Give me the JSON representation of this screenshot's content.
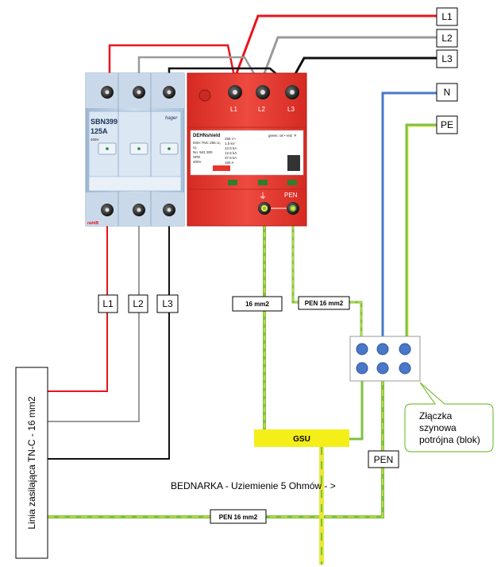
{
  "colors": {
    "phase_l1": "#e8141c",
    "phase_l2": "#9a9a9a",
    "phase_l3": "#111111",
    "neutral": "#4a78c8",
    "pe_green": "#7dc142",
    "pe_yellow": "#e8e83a",
    "gsu_fill": "#f4ee19",
    "spd_red": "#e7342c",
    "breaker_blue": "#b7cfe5",
    "block_fill": "#ffffff",
    "terminal": "#4a78c8"
  },
  "terminals": {
    "l1": "L1",
    "l2": "L2",
    "l3": "L3",
    "n": "N",
    "pe": "PE"
  },
  "breaker": {
    "model": "SBN399",
    "rating": "125A",
    "brand": "hager",
    "voltage": "400V",
    "bottom_mark": "nahtB"
  },
  "spd": {
    "brand": "DEHNshield",
    "status": "green: ok • red: ✕",
    "specs": [
      "DSH TNC 255 U₀",
      "Uₚ",
      "No. 941 300",
      "SPD",
      "400V"
    ],
    "values": [
      "255 V~",
      "1.5 kV",
      "12.5 kA",
      "12.5 kA",
      "37.5 kA",
      "160 A"
    ],
    "term_l1": "L1",
    "term_l2": "L2",
    "term_l3": "L3",
    "term_pen": "PEN",
    "ground_symbol": "⏚"
  },
  "supply_labels": {
    "l1": "L1",
    "l2": "L2",
    "l3": "L3"
  },
  "conductor_labels": {
    "ground_16": "16 mm2",
    "pen_16_top": "PEN 16 mm2",
    "pen_16_bottom": "PEN 16 mm2",
    "pen": "PEN"
  },
  "gsu_label": "GSU",
  "supply_line_label": "Linia zasilająca TN-C - 16 mm2",
  "bednarka_label": "BEDNARKA  - Uziemienie 5 Ohmów - >",
  "block_callout": [
    "Złączka",
    "szynowa",
    "potrójna (blok)"
  ]
}
